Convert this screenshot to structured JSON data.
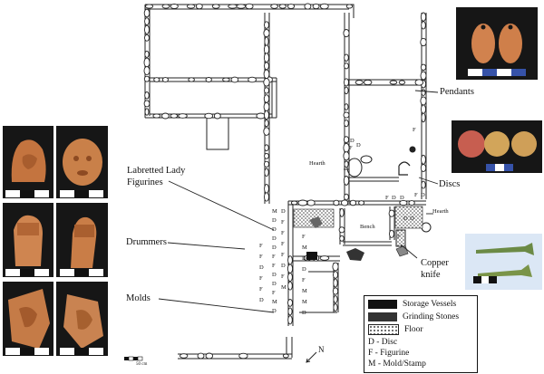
{
  "labels": {
    "pendants": "Pendants",
    "discs": "Discs",
    "labretted_line1": "Labretted Lady",
    "labretted_line2": "Figurines",
    "drummers": "Drummers",
    "molds": "Molds",
    "copper_line1": "Copper",
    "copper_line2": "knife",
    "hearth_left": "Hearth",
    "hearth_right": "Hearth",
    "bench": "Bench",
    "north": "N",
    "scale": "50 cm"
  },
  "legend": {
    "items": [
      {
        "label": "Storage Vessels",
        "swatch": "#111111"
      },
      {
        "label": "Grinding Stones",
        "swatch": "#333333"
      },
      {
        "label": "Floor",
        "swatch": "pattern"
      }
    ],
    "keys": [
      "D - Disc",
      "F - Figurine",
      "M - Mold/Stamp"
    ]
  },
  "plan_codes": {
    "f_upper": "F",
    "d_pair_1": "D",
    "d_pair_2": "D",
    "f_hearth": "F",
    "fdd_1": "F",
    "fdd_2": "D",
    "fdd_3": "D",
    "fd_right_1": "F",
    "fd_right_2": "D",
    "dd_right_1": "D",
    "dd_right_2": "D",
    "f_right_lower": "F",
    "col1": [
      "M",
      "D",
      "D",
      "D",
      "D",
      "F",
      "F",
      "D",
      "D",
      "F",
      "M",
      "D"
    ],
    "col2": [
      "D",
      "F",
      "F",
      "F",
      "F",
      "D",
      "F",
      "M"
    ],
    "col3": [
      "F",
      "M",
      "D",
      "D",
      "F",
      "M",
      "M",
      "D"
    ],
    "left_far": [
      "F",
      "F",
      "D",
      "F",
      "F",
      "D"
    ]
  },
  "colors": {
    "stone_outline": "#222222",
    "terracotta": "#c9814e",
    "photo_bg": "#1a1a1a"
  }
}
